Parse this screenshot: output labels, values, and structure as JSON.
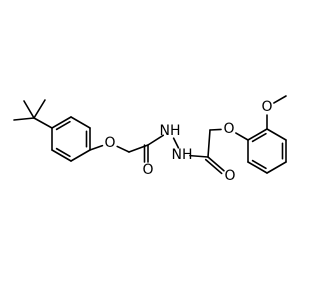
{
  "molecule": {
    "atoms": [
      {
        "id": "c_tbu_q",
        "label": ""
      },
      {
        "id": "c_me1",
        "label": ""
      },
      {
        "id": "c_me2",
        "label": ""
      },
      {
        "id": "c_me3",
        "label": ""
      },
      {
        "id": "ar1_c1",
        "label": ""
      },
      {
        "id": "ar1_c2",
        "label": ""
      },
      {
        "id": "ar1_c3",
        "label": ""
      },
      {
        "id": "ar1_c4",
        "label": ""
      },
      {
        "id": "ar1_c5",
        "label": ""
      },
      {
        "id": "ar1_c6",
        "label": ""
      },
      {
        "id": "o_ether1",
        "label": "O"
      },
      {
        "id": "c_ch2_1",
        "label": ""
      },
      {
        "id": "c_co_1",
        "label": ""
      },
      {
        "id": "o_carbonyl1",
        "label": "O"
      },
      {
        "id": "n1",
        "label": "NH"
      },
      {
        "id": "n2",
        "label": "NH"
      },
      {
        "id": "c_co_2",
        "label": ""
      },
      {
        "id": "o_carbonyl2",
        "label": "O"
      },
      {
        "id": "c_ch2_2",
        "label": ""
      },
      {
        "id": "o_ether2",
        "label": "O"
      },
      {
        "id": "ar2_c1",
        "label": ""
      },
      {
        "id": "ar2_c2",
        "label": ""
      },
      {
        "id": "ar2_c3",
        "label": ""
      },
      {
        "id": "ar2_c4",
        "label": ""
      },
      {
        "id": "ar2_c5",
        "label": ""
      },
      {
        "id": "ar2_c6",
        "label": ""
      },
      {
        "id": "o_methoxy",
        "label": "O"
      },
      {
        "id": "c_methoxy",
        "label": ""
      }
    ],
    "bonds": [
      {
        "a": "c_tbu_q",
        "b": "c_me1",
        "order": 1
      },
      {
        "a": "c_tbu_q",
        "b": "c_me2",
        "order": 1
      },
      {
        "a": "c_tbu_q",
        "b": "c_me3",
        "order": 1
      },
      {
        "a": "c_tbu_q",
        "b": "ar1_c1",
        "order": 1
      },
      {
        "a": "ar1_c1",
        "b": "ar1_c2",
        "order": 2
      },
      {
        "a": "ar1_c2",
        "b": "ar1_c3",
        "order": 1
      },
      {
        "a": "ar1_c3",
        "b": "ar1_c4",
        "order": 2
      },
      {
        "a": "ar1_c4",
        "b": "ar1_c5",
        "order": 1
      },
      {
        "a": "ar1_c5",
        "b": "ar1_c6",
        "order": 2
      },
      {
        "a": "ar1_c6",
        "b": "ar1_c1",
        "order": 1
      },
      {
        "a": "ar1_c4",
        "b": "o_ether1",
        "order": 1
      },
      {
        "a": "o_ether1",
        "b": "c_ch2_1",
        "order": 1
      },
      {
        "a": "c_ch2_1",
        "b": "c_co_1",
        "order": 1
      },
      {
        "a": "c_co_1",
        "b": "o_carbonyl1",
        "order": 2
      },
      {
        "a": "c_co_1",
        "b": "n1",
        "order": 1
      },
      {
        "a": "n1",
        "b": "n2",
        "order": 1
      },
      {
        "a": "n2",
        "b": "c_co_2",
        "order": 1
      },
      {
        "a": "c_co_2",
        "b": "o_carbonyl2",
        "order": 2
      },
      {
        "a": "c_co_2",
        "b": "c_ch2_2",
        "order": 1
      },
      {
        "a": "c_ch2_2",
        "b": "o_ether2",
        "order": 1
      },
      {
        "a": "o_ether2",
        "b": "ar2_c1",
        "order": 1
      },
      {
        "a": "ar2_c1",
        "b": "ar2_c2",
        "order": 2
      },
      {
        "a": "ar2_c2",
        "b": "ar2_c3",
        "order": 1
      },
      {
        "a": "ar2_c3",
        "b": "ar2_c4",
        "order": 2
      },
      {
        "a": "ar2_c4",
        "b": "ar2_c5",
        "order": 1
      },
      {
        "a": "ar2_c5",
        "b": "ar2_c6",
        "order": 2
      },
      {
        "a": "ar2_c6",
        "b": "ar2_c1",
        "order": 1
      },
      {
        "a": "ar2_c2",
        "b": "o_methoxy",
        "order": 1
      },
      {
        "a": "o_methoxy",
        "b": "c_methoxy",
        "order": 1
      }
    ]
  }
}
